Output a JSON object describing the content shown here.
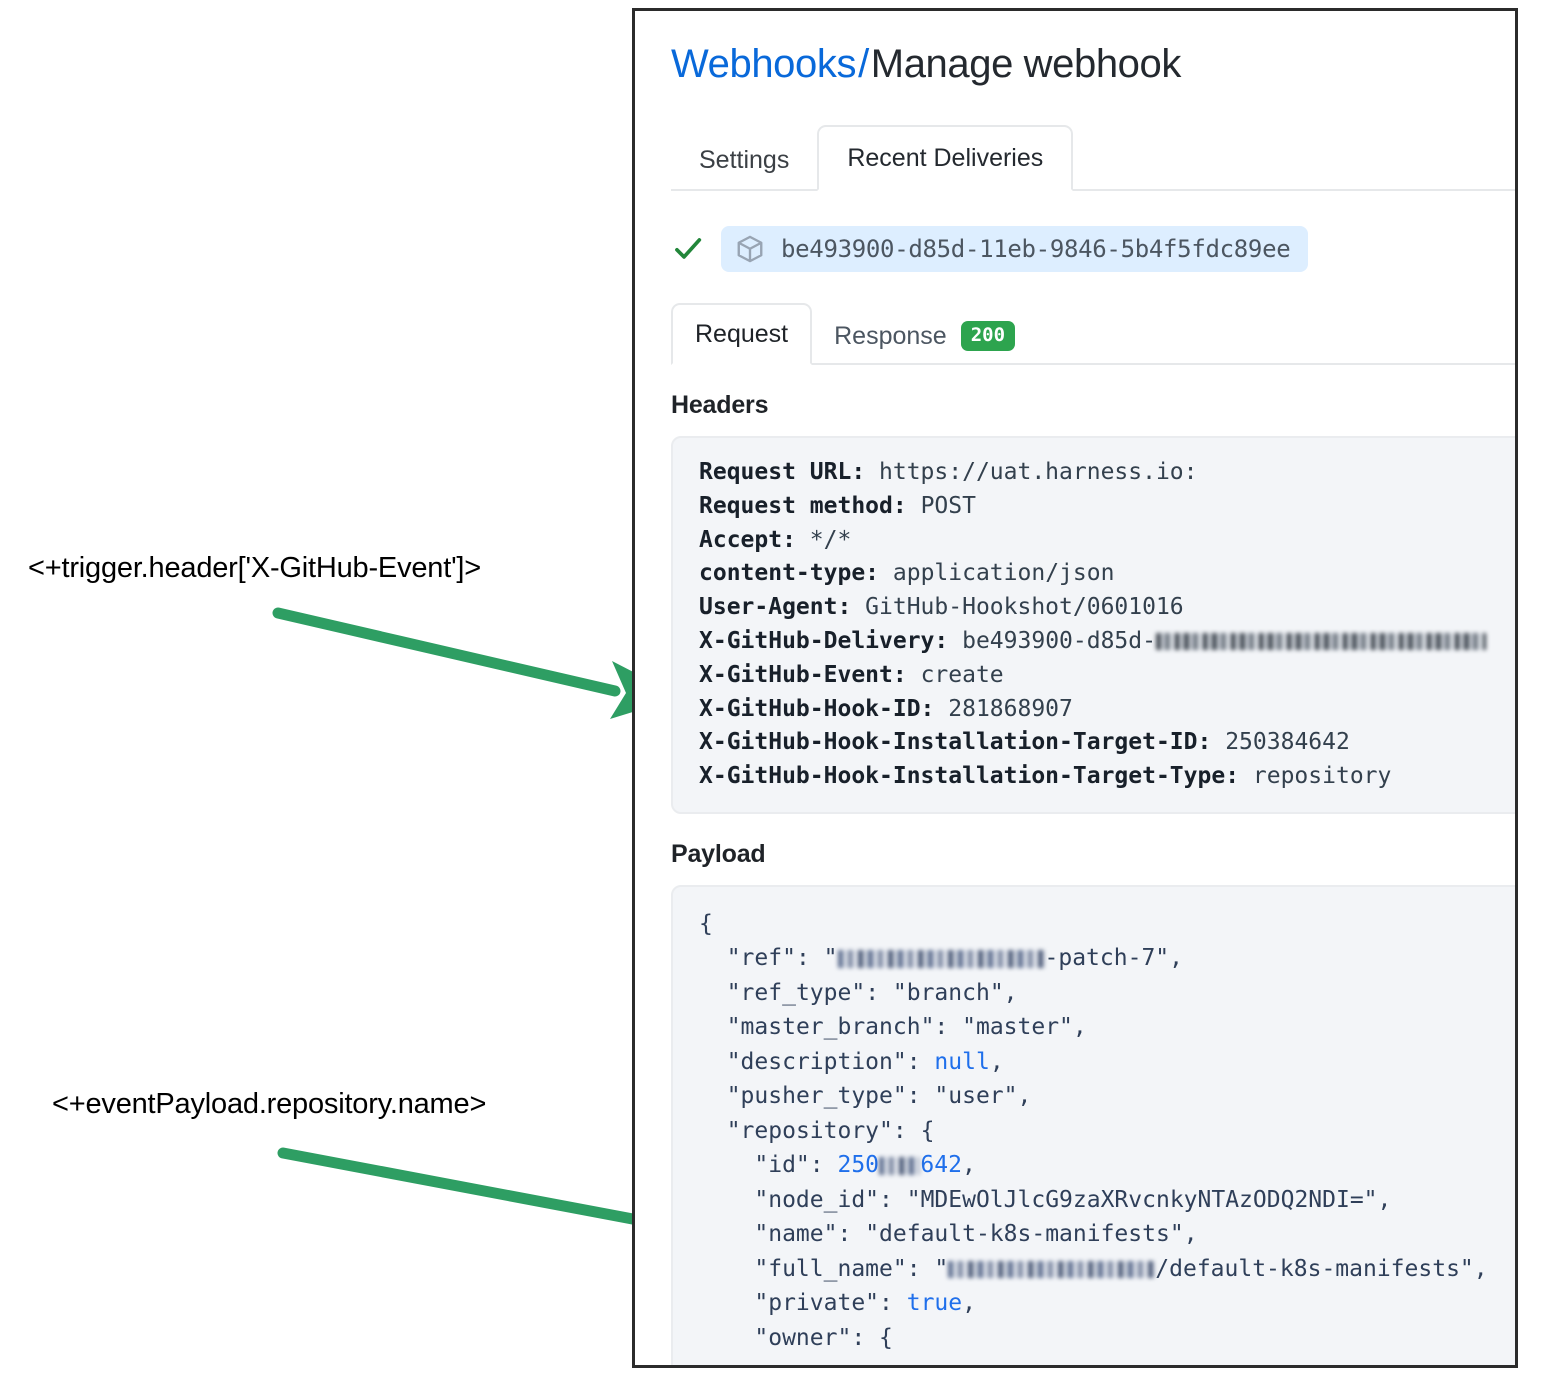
{
  "annotations": [
    {
      "id": "ann-header",
      "text": "<+trigger.header['X-GitHub-Event']>"
    },
    {
      "id": "ann-payload",
      "text": "<+eventPayload.repository.name>"
    }
  ],
  "accent_green": "#2e9e63",
  "panel": {
    "breadcrumb": {
      "link": "Webhooks",
      "separator": "/",
      "current": "Manage webhook"
    },
    "tabs": [
      {
        "label": "Settings",
        "active": false
      },
      {
        "label": "Recent Deliveries",
        "active": true
      }
    ],
    "delivery": {
      "status_icon": "check-icon",
      "package_icon": "cube-icon",
      "id": "be493900-d85d-11eb-9846-5b4f5fdc89ee"
    },
    "subtabs": [
      {
        "label": "Request",
        "active": true,
        "badge": null
      },
      {
        "label": "Response",
        "active": false,
        "badge": "200"
      }
    ],
    "headers_section": {
      "title": "Headers",
      "rows": [
        {
          "key": "Request URL:",
          "value": "https://uat.harness.io:"
        },
        {
          "key": "Request method:",
          "value": "POST"
        },
        {
          "key": "Accept:",
          "value": "*/*"
        },
        {
          "key": "content-type:",
          "value": "application/json"
        },
        {
          "key": "User-Agent:",
          "value": "GitHub-Hookshot/0601016"
        },
        {
          "key": "X-GitHub-Delivery:",
          "value": "be493900-d85d-",
          "redacted_tail": true
        },
        {
          "key": "X-GitHub-Event:",
          "value": "create"
        },
        {
          "key": "X-GitHub-Hook-ID:",
          "value": "281868907"
        },
        {
          "key": "X-GitHub-Hook-Installation-Target-ID:",
          "value": "250384642"
        },
        {
          "key": "X-GitHub-Hook-Installation-Target-Type:",
          "value": "repository"
        }
      ]
    },
    "payload_section": {
      "title": "Payload",
      "lines": [
        {
          "indent": 0,
          "parts": [
            {
              "t": "punct",
              "v": "{"
            }
          ]
        },
        {
          "indent": 1,
          "parts": [
            {
              "t": "key",
              "v": "\"ref\""
            },
            {
              "t": "punct",
              "v": ": "
            },
            {
              "t": "str",
              "v": "\""
            },
            {
              "t": "redact",
              "v": "michaelcretzman"
            },
            {
              "t": "str",
              "v": "-patch-7\""
            },
            {
              "t": "punct",
              "v": ","
            }
          ]
        },
        {
          "indent": 1,
          "parts": [
            {
              "t": "key",
              "v": "\"ref_type\""
            },
            {
              "t": "punct",
              "v": ": "
            },
            {
              "t": "str",
              "v": "\"branch\""
            },
            {
              "t": "punct",
              "v": ","
            }
          ]
        },
        {
          "indent": 1,
          "parts": [
            {
              "t": "key",
              "v": "\"master_branch\""
            },
            {
              "t": "punct",
              "v": ": "
            },
            {
              "t": "str",
              "v": "\"master\""
            },
            {
              "t": "punct",
              "v": ","
            }
          ]
        },
        {
          "indent": 1,
          "parts": [
            {
              "t": "key",
              "v": "\"description\""
            },
            {
              "t": "punct",
              "v": ": "
            },
            {
              "t": "lit",
              "v": "null"
            },
            {
              "t": "punct",
              "v": ","
            }
          ]
        },
        {
          "indent": 1,
          "parts": [
            {
              "t": "key",
              "v": "\"pusher_type\""
            },
            {
              "t": "punct",
              "v": ": "
            },
            {
              "t": "str",
              "v": "\"user\""
            },
            {
              "t": "punct",
              "v": ","
            }
          ]
        },
        {
          "indent": 1,
          "parts": [
            {
              "t": "key",
              "v": "\"repository\""
            },
            {
              "t": "punct",
              "v": ": {"
            }
          ]
        },
        {
          "indent": 2,
          "parts": [
            {
              "t": "key",
              "v": "\"id\""
            },
            {
              "t": "punct",
              "v": ": "
            },
            {
              "t": "num",
              "v": "250"
            },
            {
              "t": "redactnum",
              "v": "384"
            },
            {
              "t": "num",
              "v": "642"
            },
            {
              "t": "punct",
              "v": ","
            }
          ]
        },
        {
          "indent": 2,
          "parts": [
            {
              "t": "key",
              "v": "\"node_id\""
            },
            {
              "t": "punct",
              "v": ": "
            },
            {
              "t": "str",
              "v": "\"MDEwOlJlcG9zaXRvcnkyNTAzODQ2NDI=\""
            },
            {
              "t": "punct",
              "v": ","
            }
          ]
        },
        {
          "indent": 2,
          "parts": [
            {
              "t": "key",
              "v": "\"name\""
            },
            {
              "t": "punct",
              "v": ": "
            },
            {
              "t": "str",
              "v": "\"default-k8s-manifests\""
            },
            {
              "t": "punct",
              "v": ","
            }
          ]
        },
        {
          "indent": 2,
          "parts": [
            {
              "t": "key",
              "v": "\"full_name\""
            },
            {
              "t": "punct",
              "v": ": "
            },
            {
              "t": "str",
              "v": "\""
            },
            {
              "t": "redact",
              "v": "michaelcretzman"
            },
            {
              "t": "str",
              "v": "/default-k8s-manifests\""
            },
            {
              "t": "punct",
              "v": ","
            }
          ]
        },
        {
          "indent": 2,
          "parts": [
            {
              "t": "key",
              "v": "\"private\""
            },
            {
              "t": "punct",
              "v": ": "
            },
            {
              "t": "lit",
              "v": "true"
            },
            {
              "t": "punct",
              "v": ","
            }
          ]
        },
        {
          "indent": 2,
          "parts": [
            {
              "t": "key",
              "v": "\"owner\""
            },
            {
              "t": "punct",
              "v": ": {"
            }
          ]
        }
      ]
    }
  }
}
